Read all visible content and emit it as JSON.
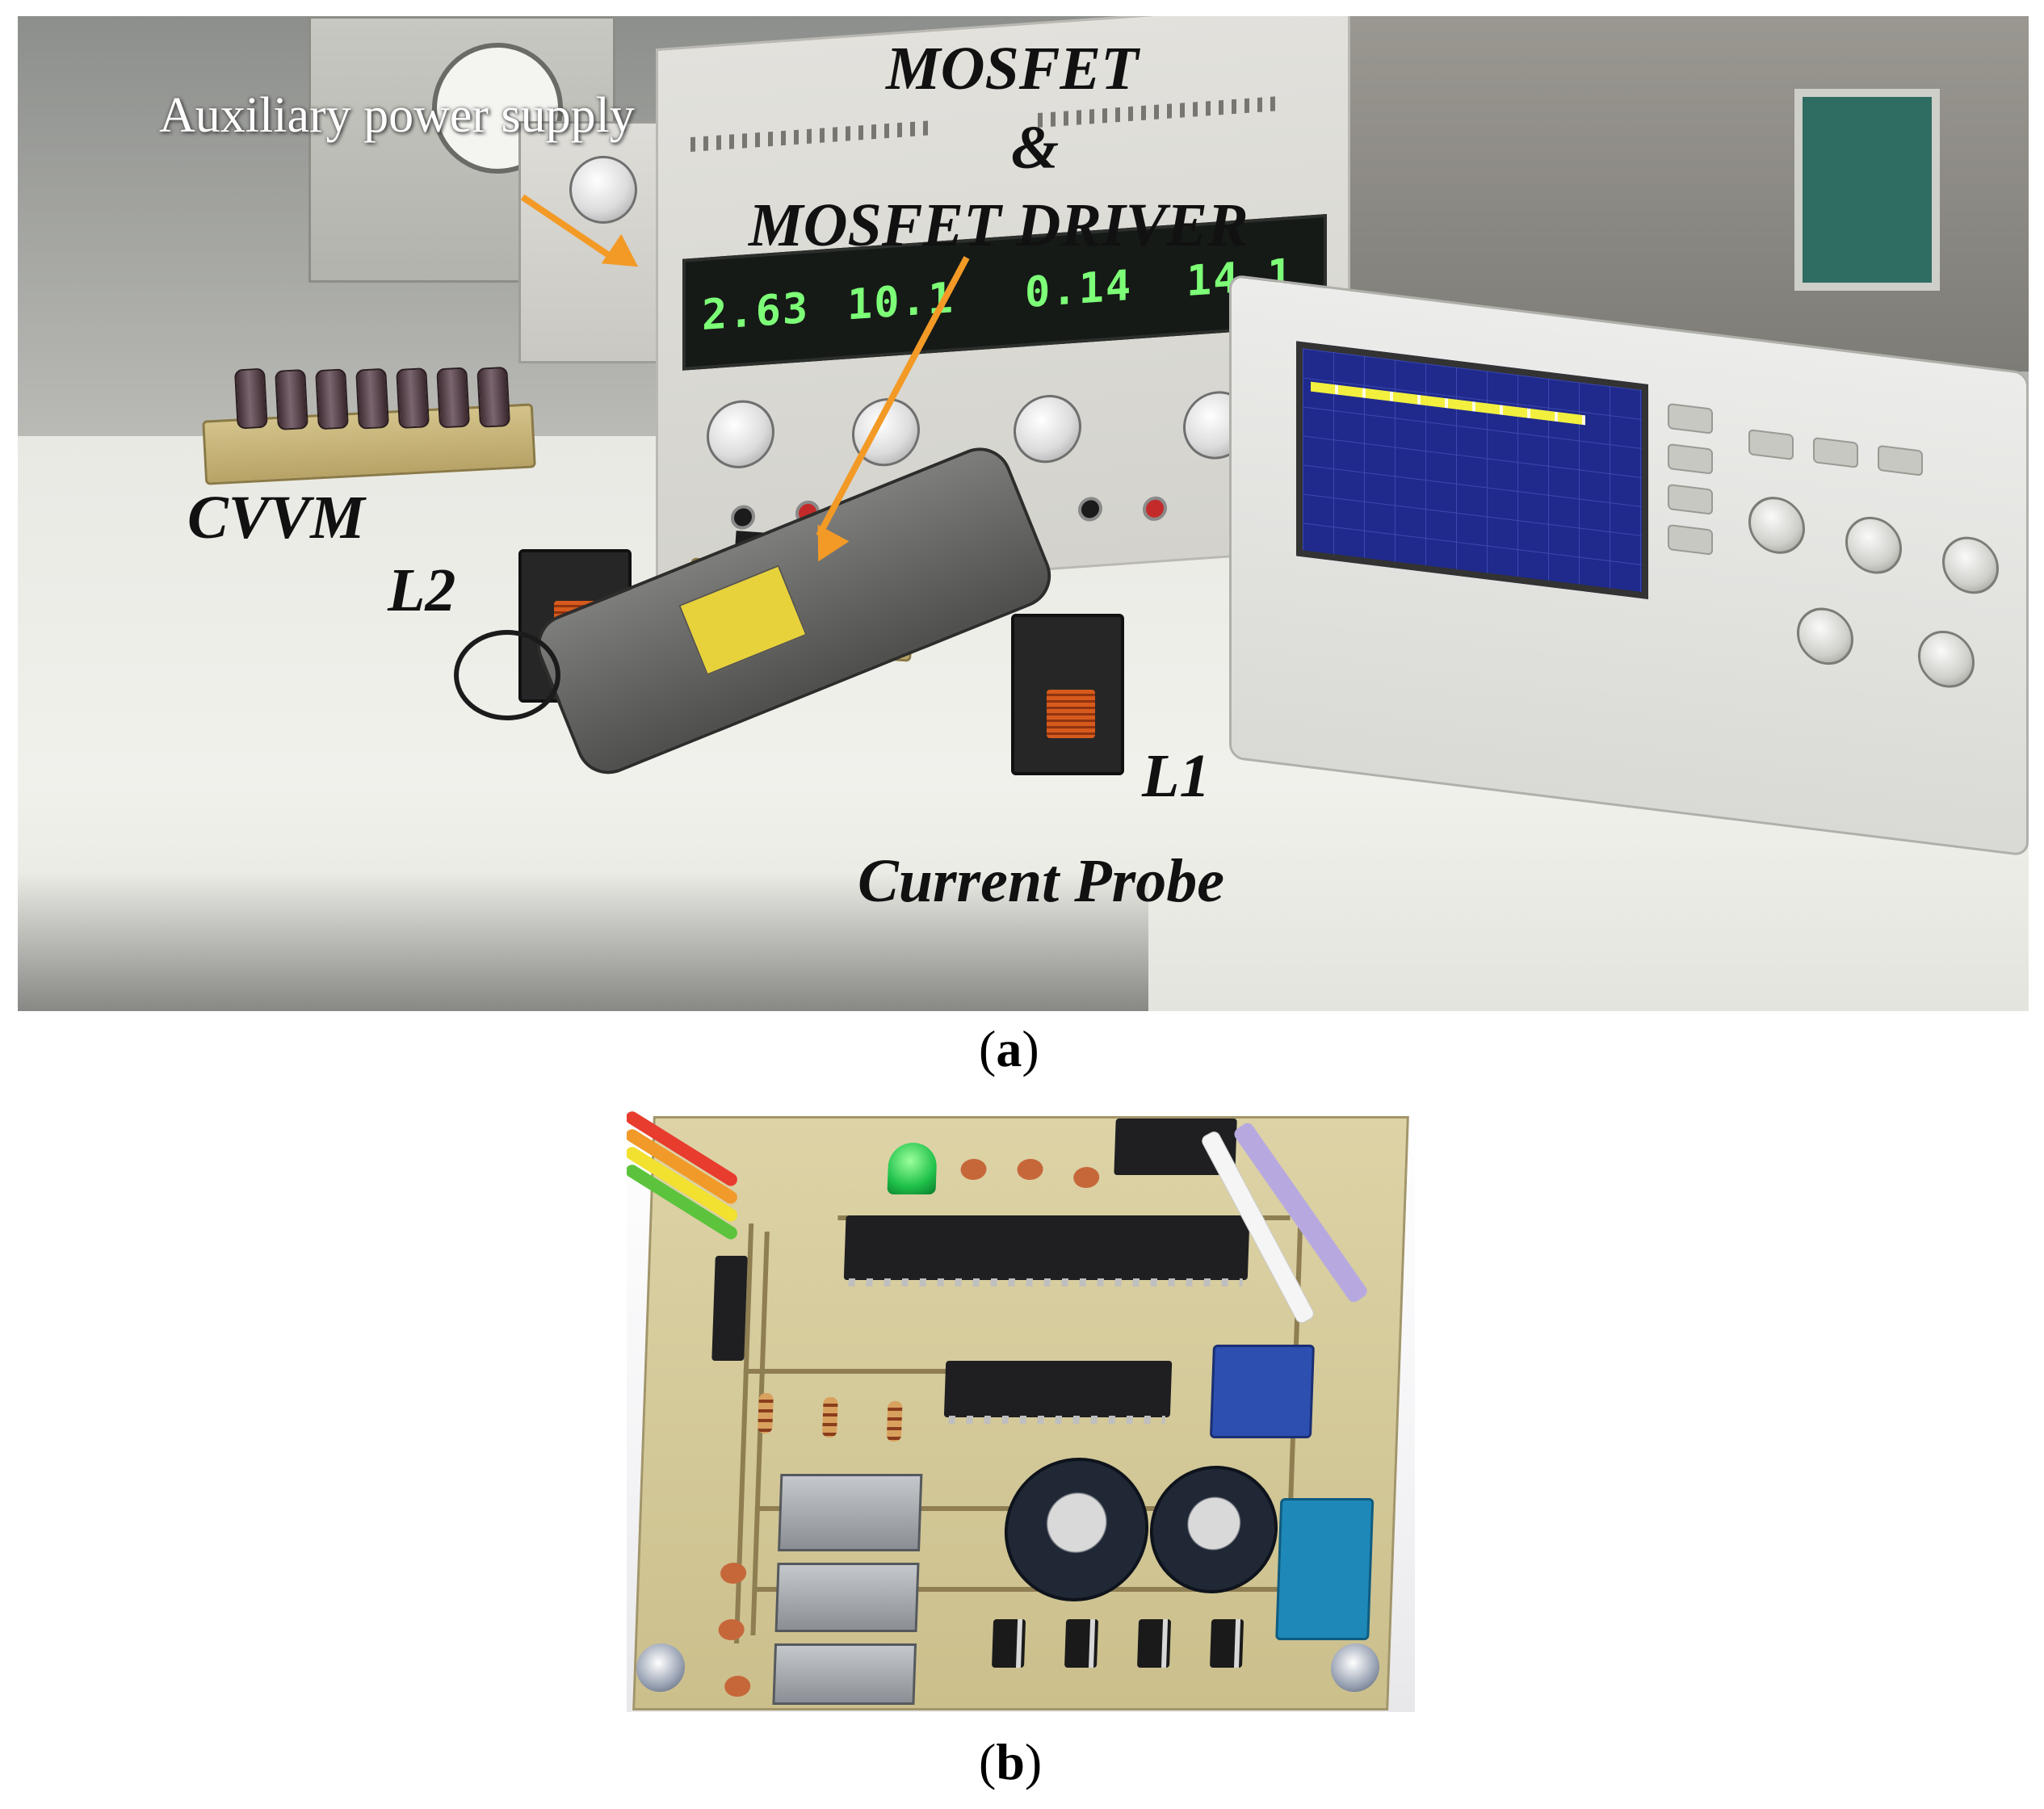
{
  "panel_a": {
    "labels": {
      "aux": "Auxiliary power supply",
      "mosfet_line1": "MOSFET",
      "mosfet_line2": "&",
      "mosfet_line3": "MOSFET DRIVER",
      "cvvm": "CVVM",
      "l2": "L2",
      "l1": "L1",
      "probe": "Current Probe"
    },
    "psu_readouts": [
      "2.63",
      "10.1",
      "0.14",
      "14.1"
    ],
    "arrow_color": "#f39a26",
    "caption_open": "(",
    "caption_letter": "a",
    "caption_close": ")"
  },
  "panel_b": {
    "caption_open": "(",
    "caption_letter": "b",
    "caption_close": ")"
  }
}
